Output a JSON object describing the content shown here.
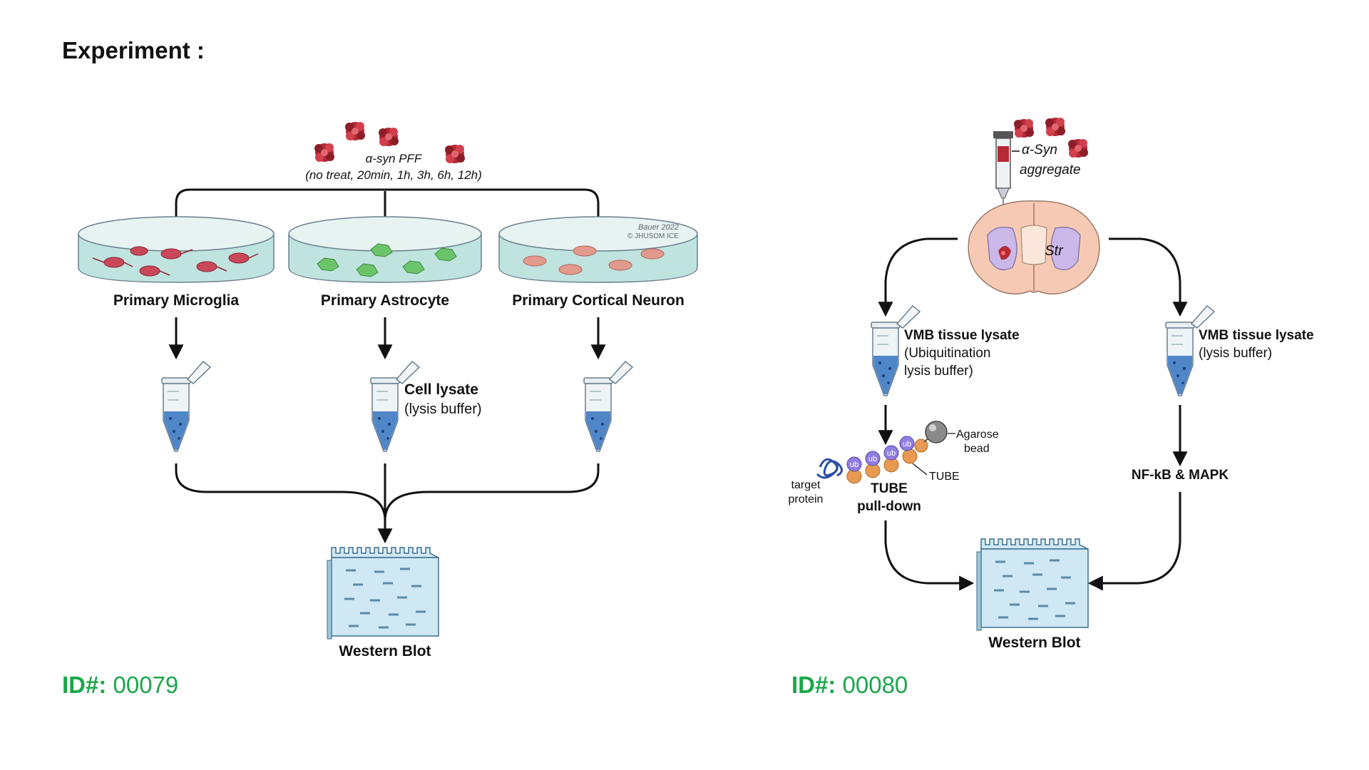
{
  "title": "Experiment :",
  "left_panel": {
    "treatment_label": "α-syn PFF",
    "treatment_timepoints": "(no treat, 20min, 1h, 3h, 6h, 12h)",
    "cultures": [
      "Primary Microglia",
      "Primary Astrocyte",
      "Primary Cortical Neuron"
    ],
    "lysate_title": "Cell lysate",
    "lysate_buffer": "(lysis buffer)",
    "output_label": "Western Blot",
    "watermark_line1": "Bauer 2022",
    "watermark_line2": "© JHUSOM ICE",
    "id_prefix": "ID#:",
    "id_value": "00079"
  },
  "right_panel": {
    "injection_label_1": "α-Syn",
    "injection_label_2": "aggregate",
    "brain_region": "Str",
    "left_lysate_title": "VMB tissue lysate",
    "left_lysate_buffer_1": "(Ubiquitination",
    "left_lysate_buffer_2": "lysis buffer)",
    "right_lysate_title": "VMB tissue lysate",
    "right_lysate_buffer": "(lysis buffer)",
    "bead_label_1": "Agarose",
    "bead_label_2": "bead",
    "tube_label": "TUBE",
    "target_label_1": "target",
    "target_label_2": "protein",
    "ub_label": "ub",
    "pulldown_label_1": "TUBE",
    "pulldown_label_2": "pull-down",
    "pathway_label": "NF-kB & MAPK",
    "output_label": "Western Blot",
    "id_prefix": "ID#:",
    "id_value": "00080"
  },
  "colors": {
    "id_green": "#1aa64a",
    "microglia": "#c8485a",
    "astrocyte": "#6cc46a",
    "neuron": "#e39a8e",
    "dish_liquid": "#bfe3df",
    "tube_liquid": "#4f86c8",
    "blot_fill": "#cfe8f4",
    "brain_fill": "#f5c9b3",
    "striatum": "#c9b8e8",
    "aggregate": "#b52a35"
  }
}
